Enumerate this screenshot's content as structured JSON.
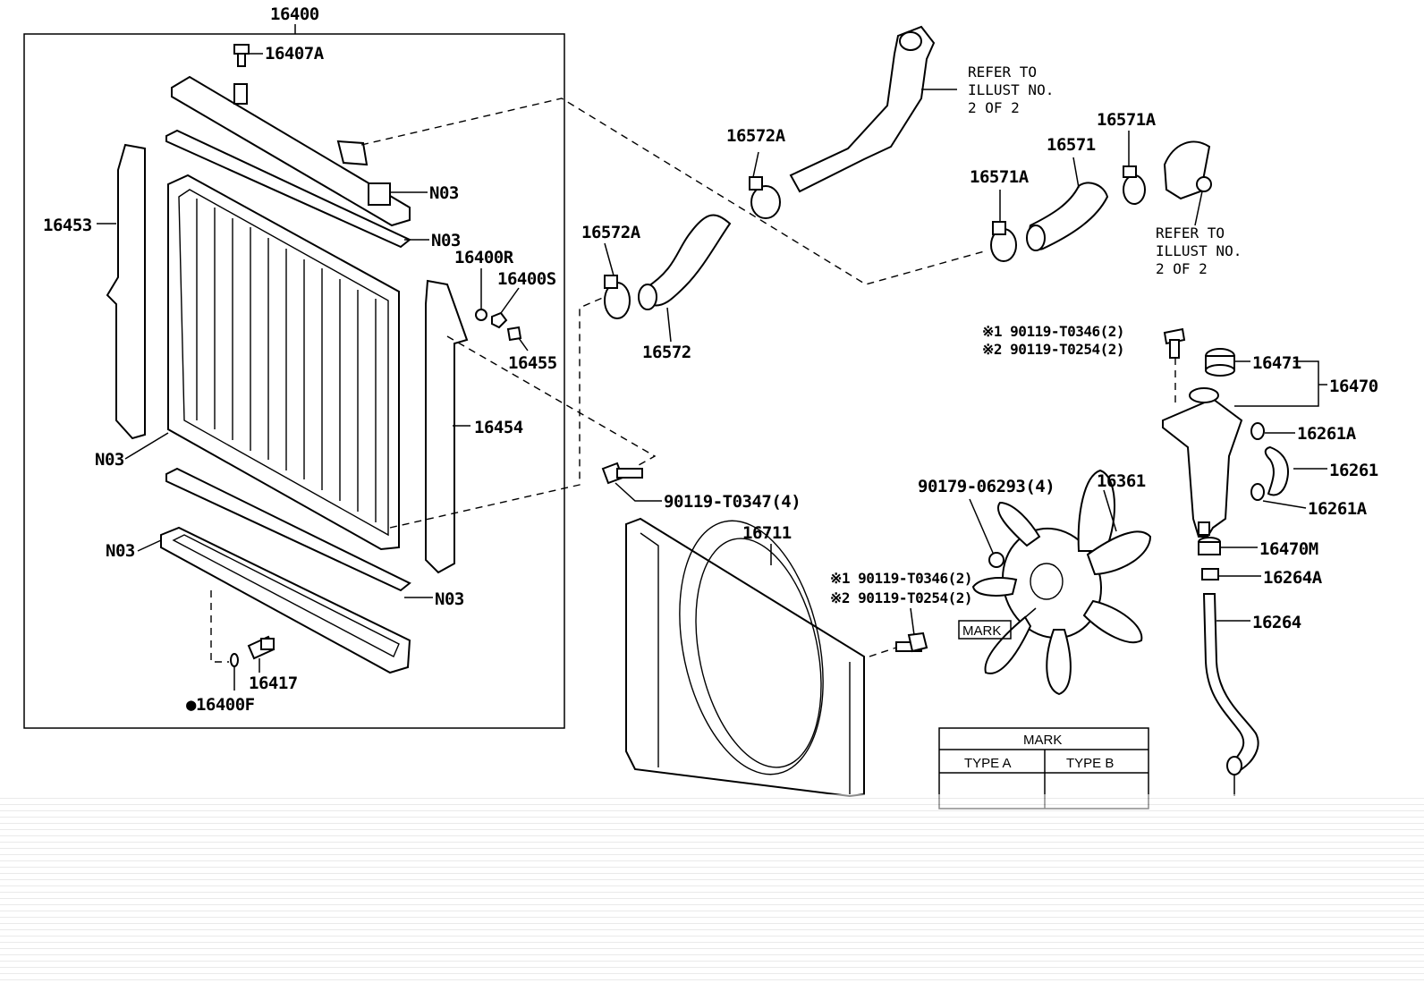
{
  "labels": {
    "l16400": "16400",
    "l16407A": "16407A",
    "l16453": "16453",
    "lN03_a": "N03",
    "lN03_b": "N03",
    "lN03_c": "N03",
    "lN03_d": "N03",
    "lN03_e": "N03",
    "l16400R": "16400R",
    "l16400S": "16400S",
    "l16455": "16455",
    "l16454": "16454",
    "l16417": "16417",
    "l16400F": "●16400F",
    "l16572A_a": "16572A",
    "l16572A_b": "16572A",
    "l16572": "16572",
    "l16571": "16571",
    "l16571A_a": "16571A",
    "l16571A_b": "16571A",
    "l90119_T0347": "90119-T0347(4)",
    "l16711": "16711",
    "l90179": "90179-06293(4)",
    "l16361": "16361",
    "mark_tag": "MARK",
    "l16470": "16470",
    "l16471": "16471",
    "l16261A_a": "16261A",
    "l16261": "16261",
    "l16261A_b": "16261A",
    "l16470M": "16470M",
    "l16264A": "16264A",
    "l16264": "16264"
  },
  "notes": {
    "refer1_line1": "REFER TO",
    "refer1_line2": "ILLUST NO.",
    "refer1_line3": "2 OF 2",
    "refer2_line1": "REFER TO",
    "refer2_line2": "ILLUST NO.",
    "refer2_line3": "2 OF 2",
    "bolt_top_1": "※1 90119-T0346(2)",
    "bolt_top_2": "※2 90119-T0254(2)",
    "bolt_mid_1": "※1 90119-T0346(2)",
    "bolt_mid_2": "※2 90119-T0254(2)"
  },
  "mark_table": {
    "title": "MARK",
    "col_a": "TYPE A",
    "col_b": "TYPE B"
  }
}
